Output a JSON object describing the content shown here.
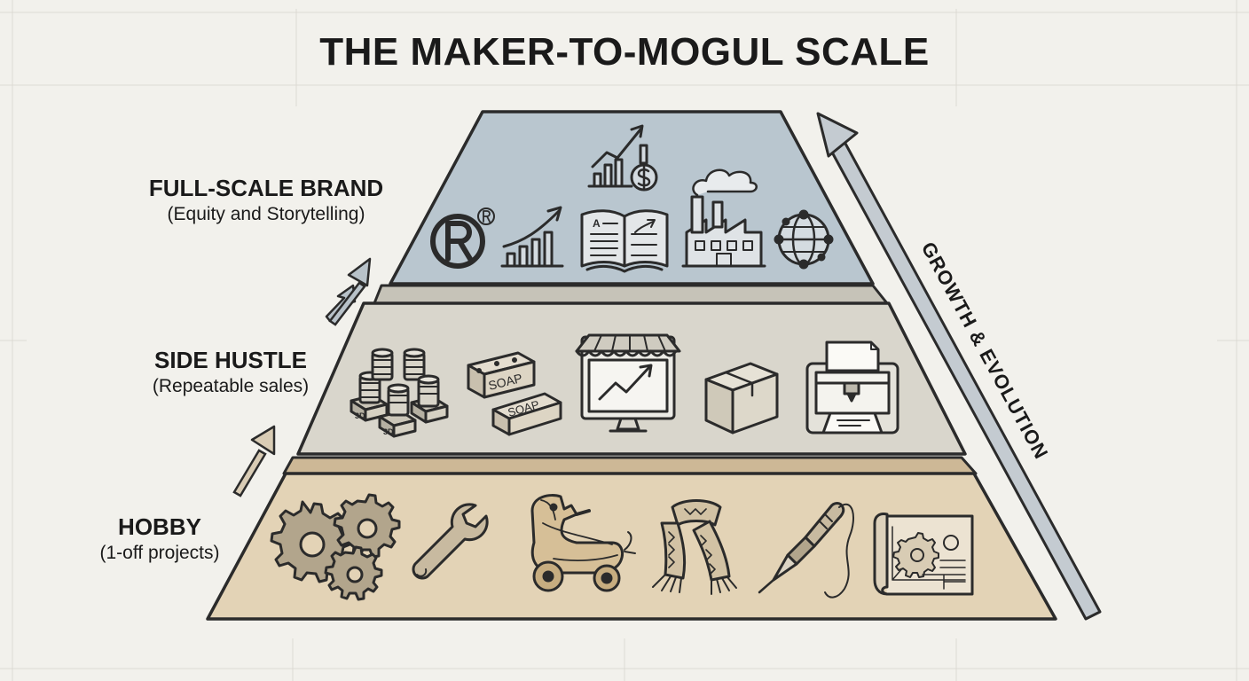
{
  "title": "THE MAKER-TO-MOGUL SCALE",
  "tiers": [
    {
      "name": "FULL-SCALE BRAND",
      "subtitle": "(Equity and Storytelling)",
      "color": "#b9c6cf",
      "icons": [
        "registered-trademark-icon",
        "growth-chart-icon",
        "revenue-chart-dollar-icon",
        "storybook-icon",
        "factory-icon",
        "globe-network-icon"
      ]
    },
    {
      "name": "SIDE HUSTLE",
      "subtitle": "(Repeatable sales)",
      "color": "#d9d6cc",
      "icons": [
        "coin-stacks-icon",
        "soap-bars-icon",
        "online-store-icon",
        "shipping-box-icon",
        "3d-printer-icon"
      ],
      "icon_text": {
        "coin_tag": "3D",
        "soap": "SOAP"
      }
    },
    {
      "name": "HOBBY",
      "subtitle": "(1-off projects)",
      "color": "#e3d3b6",
      "icons": [
        "gears-icon",
        "wrench-icon",
        "wooden-toy-horse-icon",
        "knitted-scarf-icon",
        "soldering-iron-icon",
        "blueprint-icon"
      ]
    }
  ],
  "growth_label": "GROWTH & EVOLUTION",
  "colors": {
    "ink": "#2b2b2b",
    "background": "#f2f1ec",
    "arrow_fill": "#c4cbd1",
    "step_arrow_brand": "#b8c2c9",
    "step_arrow_hustle": "#d9ccb5"
  }
}
